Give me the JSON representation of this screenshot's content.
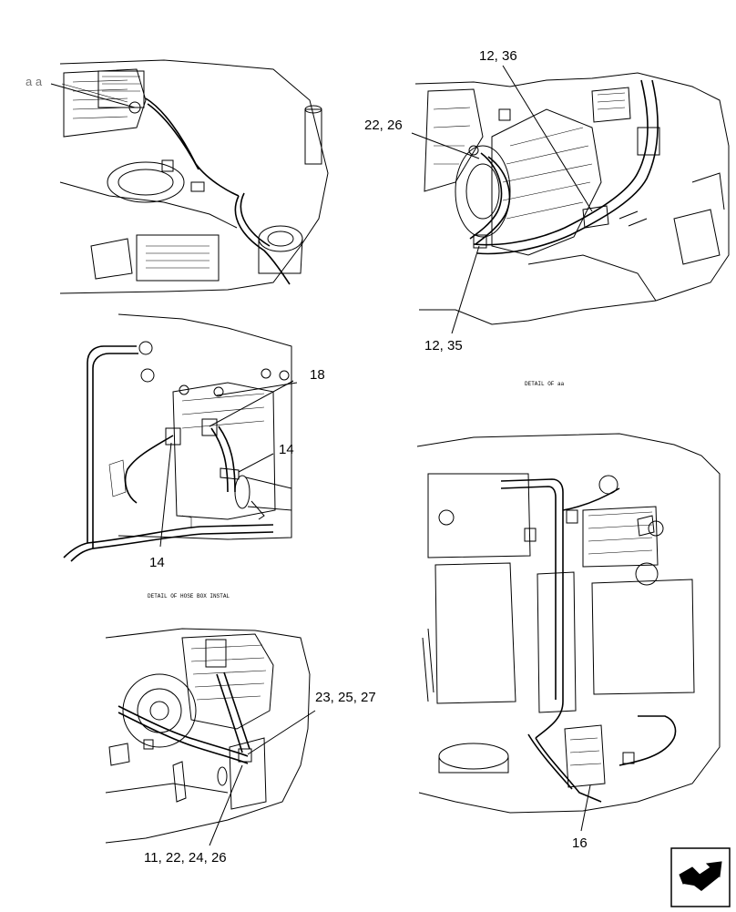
{
  "callouts": {
    "aa_marker": "a a",
    "c_12_36": "12, 36",
    "c_22_26": "22, 26",
    "c_12_35": "12, 35",
    "c_18": "18",
    "c_14_right": "14",
    "c_14_bottom": "14",
    "c_23_25_27": "23, 25, 27",
    "c_11_22_24_26": "11, 22, 24, 26",
    "c_16": "16"
  },
  "captions": {
    "detail_aa": "DETAIL OF aa",
    "detail_hose": "DETAIL OF HOSE BOX INSTAL"
  },
  "icons": {
    "next_page": "next-page-arrow-icon"
  }
}
